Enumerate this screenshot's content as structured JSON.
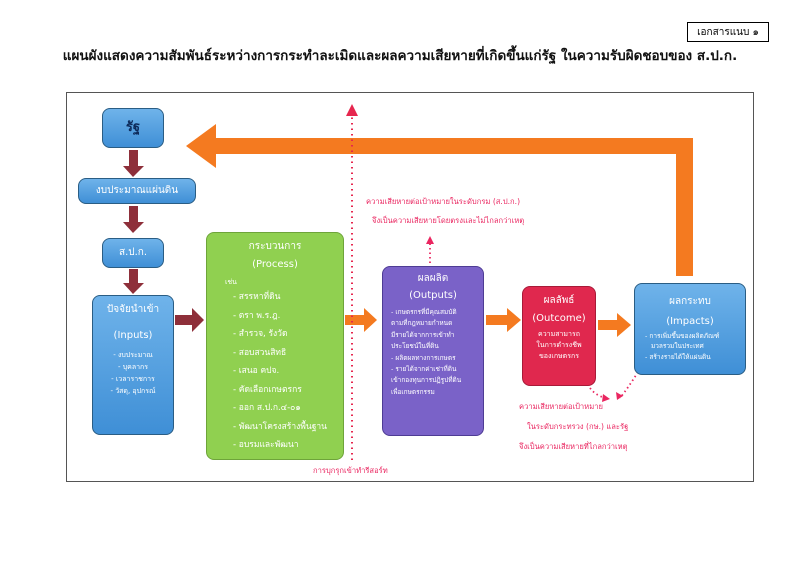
{
  "doc_tag": "เอกสารแนบ ๑",
  "title": "แผนผังแสดงความสัมพันธ์ระหว่างการกระทำละเมิดและผลความเสียหายที่เกิดขึ้นแก่รัฐ ในความรับผิดชอบของ ส.ป.ก.",
  "boxes": {
    "state": "รัฐ",
    "budget": "งบประมาณแผ่นดิน",
    "alro": "ส.ป.ก.",
    "inputs": {
      "title": "ปัจจัยนำเข้า",
      "subtitle": "(Inputs)",
      "items": [
        "- งบประมาณ",
        "- บุคลากร",
        "- เวลาราชการ",
        "- วัสดุ, อุปกรณ์"
      ]
    },
    "process": {
      "title": "กระบวนการ",
      "subtitle": "(Process)",
      "intro": "เช่น",
      "items": [
        "- สรรหาที่ดิน",
        "- ตรา พ.ร.ฎ.",
        "- สำรวจ, รังวัด",
        "- สอบสวนสิทธิ",
        "- เสนอ คปจ.",
        "- คัดเลือกเกษตรกร",
        "- ออก ส.ป.ก.๔-๐๑",
        "- พัฒนาโครงสร้างพื้นฐาน",
        "- อบรมและพัฒนา"
      ]
    },
    "outputs": {
      "title": "ผลผลิต",
      "subtitle": "(Outputs)",
      "items": [
        "- เกษตรกรที่มีคุณสมบัติ",
        "ตามที่กฎหมายกำหนด",
        "มีรายได้จากการเข้าทำ",
        "ประโยชน์ในที่ดิน",
        "- ผลิตผลทางการเกษตร",
        "- รายได้จากค่าเช่าที่ดิน",
        "เข้ากองทุนการปฏิรูปที่ดิน",
        "เพื่อเกษตรกรรม"
      ]
    },
    "outcome": {
      "title": "ผลลัพธ์",
      "subtitle": "(Outcome)",
      "items": [
        "ความสามารถ",
        "ในการดำรงชีพ",
        "ของเกษตรกร"
      ]
    },
    "impacts": {
      "title": "ผลกระทบ",
      "subtitle": "(Impacts)",
      "items": [
        "- การเพิ่มขึ้นของผลิตภัณฑ์",
        "มวลรวมในประเทศ",
        "- สร้างรายได้ให้แผ่นดิน"
      ]
    }
  },
  "annotations": {
    "outputs_damage_1": "ความเสียหายต่อเป้าหมายในระดับกรม (ส.ป.ก.)",
    "outputs_damage_2": "จึงเป็นความเสียหายโดยตรงและไม่ไกลกว่าเหตุ",
    "outcome_damage_1": "ความเสียหายต่อเป้าหมาย",
    "outcome_damage_2": "ในระดับกระทรวง (กษ.) และรัฐ",
    "outcome_damage_3": "จึงเป็นความเสียหายที่ไกลกว่าเหตุ",
    "divider_label": "การบุกรุกเข้าทำรีสอร์ท"
  },
  "colors": {
    "blue_box": "#4a9ae0",
    "green_box": "#90d050",
    "purple_box": "#7a62c8",
    "red_box": "#e0284e",
    "dark_red_arrow": "#8e2f3a",
    "orange_arrow": "#f47a20",
    "pink_text": "#ea2660"
  }
}
